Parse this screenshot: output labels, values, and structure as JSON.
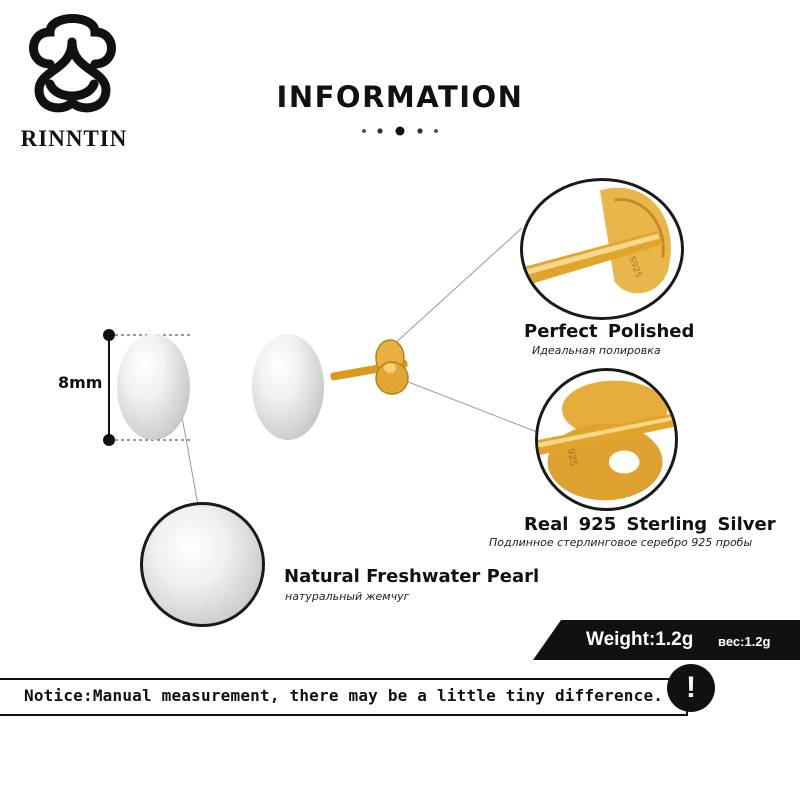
{
  "brand": {
    "name": "RINNTIN",
    "logo_icon": "knot-logo-icon"
  },
  "header": {
    "title": "INFORMATION"
  },
  "dimension": {
    "label": "8mm"
  },
  "features": {
    "polished": {
      "title": "Perfect  Polished",
      "subtitle": "Идеальная полировка"
    },
    "silver": {
      "title": "Real 925  Sterling  Silver",
      "subtitle": "Подлинное стерлинговое серебро 925 пробы"
    },
    "pearl": {
      "title": "Natural Freshwater Pearl",
      "subtitle": "натуральный жемчуг"
    }
  },
  "weight": {
    "label": "Weight:1.2g",
    "label_ru": "вес:1.2g"
  },
  "notice": {
    "text": "Notice:Manual measurement, there may be a little tiny difference.",
    "icon": "exclamation-icon"
  },
  "colors": {
    "gold": "#e0a52a",
    "dark": "#111111",
    "pearl": "#e8e8e8"
  }
}
